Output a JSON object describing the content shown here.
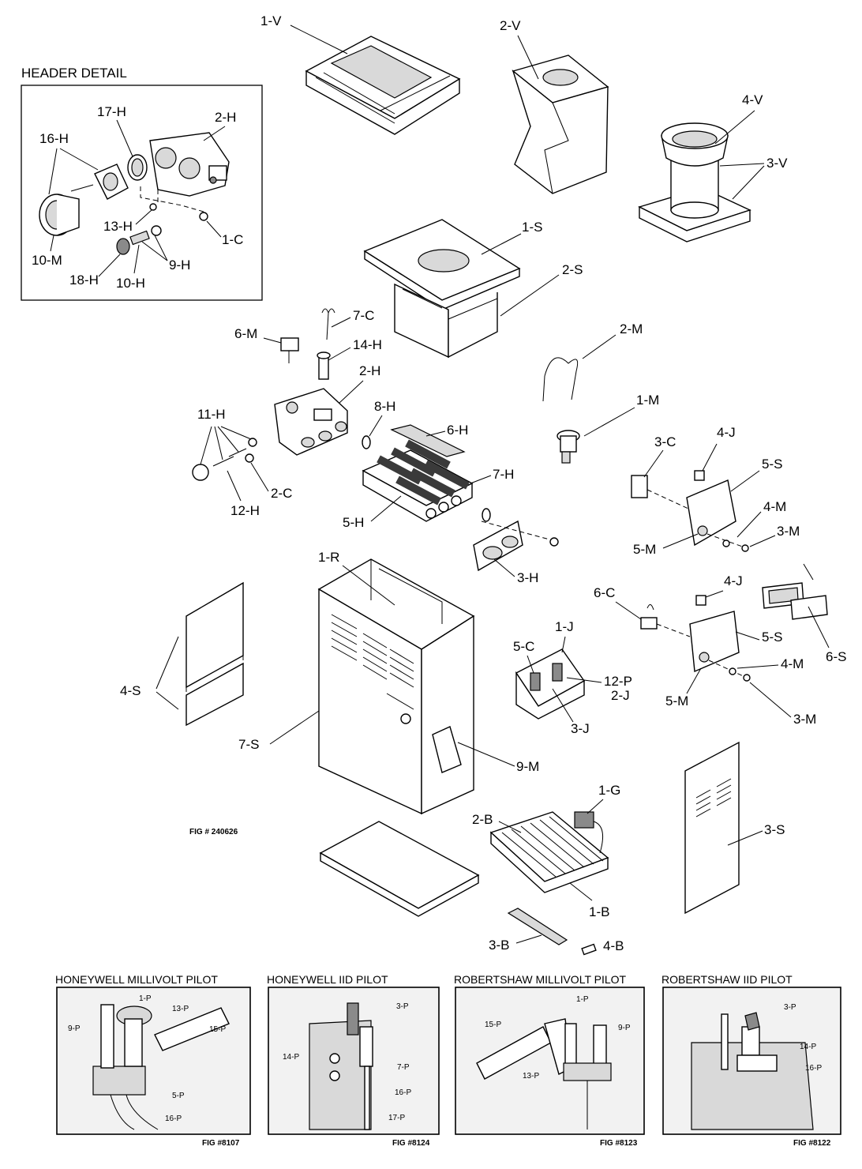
{
  "header_detail": {
    "title": "HEADER DETAIL"
  },
  "labels": {
    "v1": "1-V",
    "v2": "2-V",
    "v3": "3-V",
    "v4": "4-V",
    "h17": "17-H",
    "h2a": "2-H",
    "h16": "16-H",
    "h13": "13-H",
    "c1": "1-C",
    "m10": "10-M",
    "h9": "9-H",
    "h18": "18-H",
    "h10": "10-H",
    "s1": "1-S",
    "s2": "2-S",
    "c7": "7-C",
    "m6": "6-M",
    "h14": "14-H",
    "h2b": "2-H",
    "m2": "2-M",
    "m1": "1-M",
    "h11": "11-H",
    "h8": "8-H",
    "h6": "6-H",
    "c2": "2-C",
    "h12": "12-H",
    "h7": "7-H",
    "h5": "5-H",
    "h3": "3-H",
    "c3": "3-C",
    "j4a": "4-J",
    "s5a": "5-S",
    "m4a": "4-M",
    "m3a": "3-M",
    "m5a": "5-M",
    "r1": "1-R",
    "c6": "6-C",
    "j4b": "4-J",
    "s5b": "5-S",
    "s6": "6-S",
    "m4b": "4-M",
    "m5b": "5-M",
    "m3b": "3-M",
    "j1": "1-J",
    "c5": "5-C",
    "p12": "12-P",
    "j2": "2-J",
    "j3": "3-J",
    "s4": "4-S",
    "s7": "7-S",
    "m9": "9-M",
    "g1": "1-G",
    "b2": "2-B",
    "s3": "3-S",
    "b1": "1-B",
    "b3": "3-B",
    "b4": "4-B"
  },
  "main_figure": {
    "fig_label": "FIG # 240626"
  },
  "pilots": [
    {
      "title": "HONEYWELL MILLIVOLT PILOT",
      "fig": "FIG #8107",
      "callouts": [
        "1-P",
        "13-P",
        "9-P",
        "15-P",
        "5-P",
        "16-P"
      ]
    },
    {
      "title": "HONEYWELL IID PILOT",
      "fig": "FIG #8124",
      "callouts": [
        "3-P",
        "14-P",
        "7-P",
        "16-P",
        "17-P"
      ]
    },
    {
      "title": "ROBERTSHAW MILLIVOLT PILOT",
      "fig": "FIG #8123",
      "callouts": [
        "1-P",
        "15-P",
        "9-P",
        "13-P"
      ]
    },
    {
      "title": "ROBERTSHAW IID PILOT",
      "fig": "FIG #8122",
      "callouts": [
        "3-P",
        "14-P",
        "16-P"
      ]
    }
  ]
}
